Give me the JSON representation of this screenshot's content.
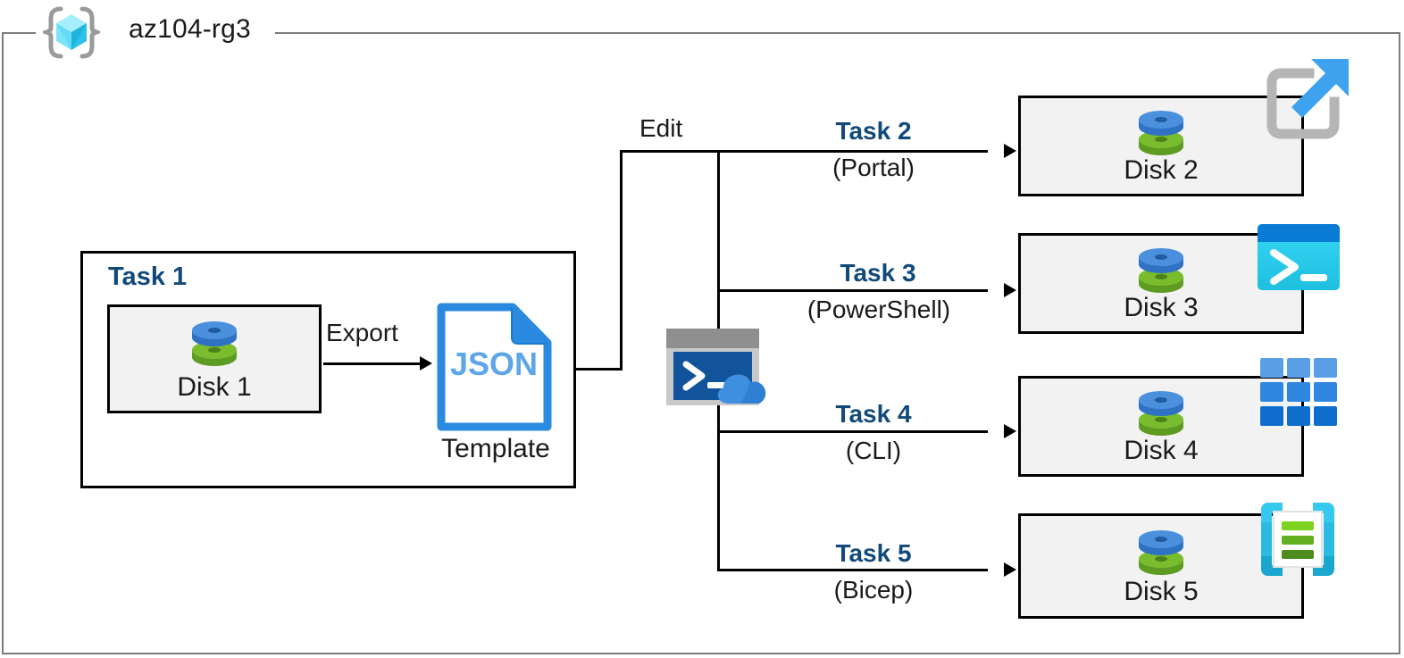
{
  "diagram": {
    "title": "az104-rg3",
    "resource_group_icon": "azure-resource-group-icon",
    "type": "azure-architecture-diagram"
  },
  "task1": {
    "label": "Task 1",
    "disk": {
      "label": "Disk 1",
      "icon": "managed-disk-icon"
    },
    "export_label": "Export",
    "template": {
      "file_type": "JSON",
      "caption": "Template",
      "icon": "json-document-icon"
    }
  },
  "edit": {
    "label": "Edit",
    "shell_icon": "cloud-shell-icon"
  },
  "branches": [
    {
      "task": "Task 2",
      "tool": "(Portal)",
      "disk_label": "Disk 2",
      "disk_icon": "managed-disk-icon",
      "badge_icon": "azure-portal-icon"
    },
    {
      "task": "Task 3",
      "tool": "(PowerShell)",
      "disk_label": "Disk 3",
      "disk_icon": "managed-disk-icon",
      "badge_icon": "powershell-icon"
    },
    {
      "task": "Task 4",
      "tool": "(CLI)",
      "disk_label": "Disk 4",
      "disk_icon": "managed-disk-icon",
      "badge_icon": "azure-cli-icon"
    },
    {
      "task": "Task 5",
      "tool": "(Bicep)",
      "disk_label": "Disk 5",
      "disk_icon": "managed-disk-icon",
      "badge_icon": "bicep-icon"
    }
  ],
  "colors": {
    "accent_navy": "#11497a",
    "frame_gray": "#7c7c7c",
    "box_fill": "#f2f2f2",
    "line_black": "#000000",
    "disk_blue": "#3f8ddd",
    "disk_green": "#72b32a",
    "json_blue": "#2a8ae0",
    "portal_blue": "#3fa2ef",
    "powershell_cyan": "#2bcdf0",
    "cli_blue": "#2f82df",
    "bicep_cyan": "#36c9ef"
  }
}
